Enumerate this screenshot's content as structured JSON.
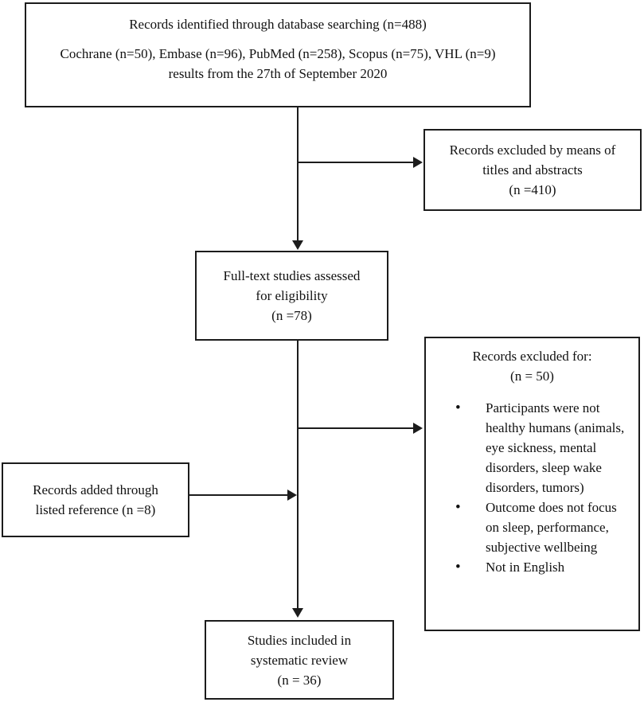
{
  "figure": {
    "name": "PRISMA study selection flow diagram",
    "background_color": "#ffffff",
    "line_color": "#1c1c1c"
  },
  "boxes": {
    "records_identified": {
      "title": "Records identified through database searching (n=488)",
      "subtitle": "Cochrane (n=50), Embase (n=96), PubMed (n=258), Scopus (n=75), VHL (n=9) results from the 27th of September 2020"
    },
    "excluded_titles_abstracts": {
      "lines": [
        "Records excluded by means of",
        "titles and abstracts",
        "(n =410)"
      ]
    },
    "full_text_assessed": {
      "lines": [
        "Full-text studies assessed",
        "for eligibility",
        "(n =78)"
      ]
    },
    "excluded_full_text": {
      "header": [
        "Records excluded for:",
        "(n = 50)"
      ],
      "bullets": [
        "Participants were not healthy humans (animals, eye sickness, mental disorders, sleep wake disorders, tumors)",
        "Outcome does not focus on sleep, performance, subjective wellbeing",
        "Not in English"
      ]
    },
    "records_added": {
      "lines": [
        "Records added through",
        "listed reference (n =8)"
      ]
    },
    "studies_included": {
      "lines": [
        "Studies included in",
        "systematic review",
        "(n = 36)"
      ]
    }
  }
}
